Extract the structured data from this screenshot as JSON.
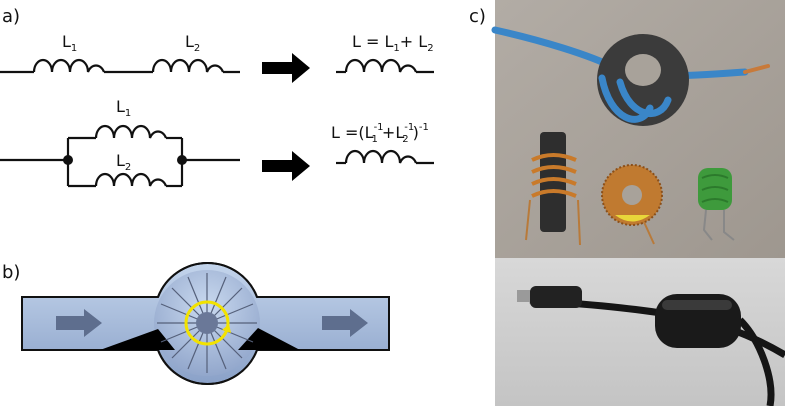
{
  "panels": {
    "a": "a)",
    "b": "b)",
    "c": "c)"
  },
  "series_circuit": {
    "l1": {
      "base": "L",
      "sub": "1"
    },
    "l2": {
      "base": "L",
      "sub": "2"
    },
    "result": {
      "lhs": "L = L",
      "s1": "1",
      "plus": "+ L",
      "s2": "2"
    }
  },
  "parallel_circuit": {
    "l1": {
      "base": "L",
      "sub": "1"
    },
    "l2": {
      "base": "L",
      "sub": "2"
    },
    "result": {
      "lhs": "L =(L",
      "sup1": "-1",
      "sub1": "1",
      "plus": "+L",
      "sup2": "-1",
      "sub2": "2",
      "close": ")",
      "sup3": "-1"
    }
  },
  "colors": {
    "line": "#111111",
    "arrow": "#000000",
    "pipe_top": "#b8cce6",
    "pipe_bottom": "#8ea6cc",
    "flow_arrow": "#5e6e8e",
    "rotor_ring": "#f2e200",
    "rotor_core": "#6a7898"
  }
}
